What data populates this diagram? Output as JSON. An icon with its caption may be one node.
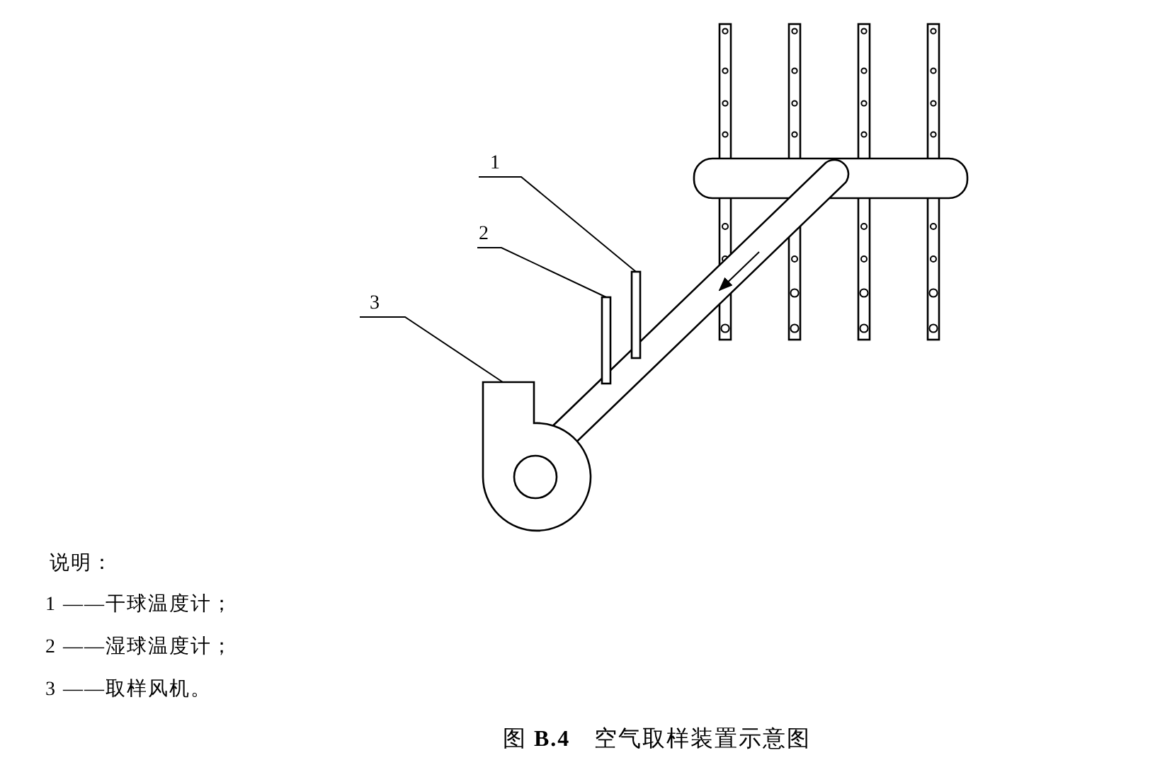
{
  "diagram": {
    "caption": "图 **B.4**　空气取样装置示意图",
    "nodes": [
      {
        "text": [
          "1"
        ]
      },
      {
        "text": [
          "2"
        ]
      },
      {
        "text": [
          "3"
        ]
      },
      {
        "text": [],
        "shape": "bar"
      },
      {
        "text": [],
        "shape": "bar"
      },
      {
        "text": [],
        "shape": "picture"
      }
    ],
    "edges": [
      {
        "from": 0,
        "to": 4,
        "arrow": "none"
      },
      {
        "from": 1,
        "to": 3,
        "arrow": "none"
      },
      {
        "from": 2,
        "to": 5,
        "arrow": "none"
      }
    ],
    "labels": [
      "说明：",
      "1 ——干球温度计；",
      "2 ——湿球温度计；",
      "3 ——取样风机。"
    ]
  }
}
